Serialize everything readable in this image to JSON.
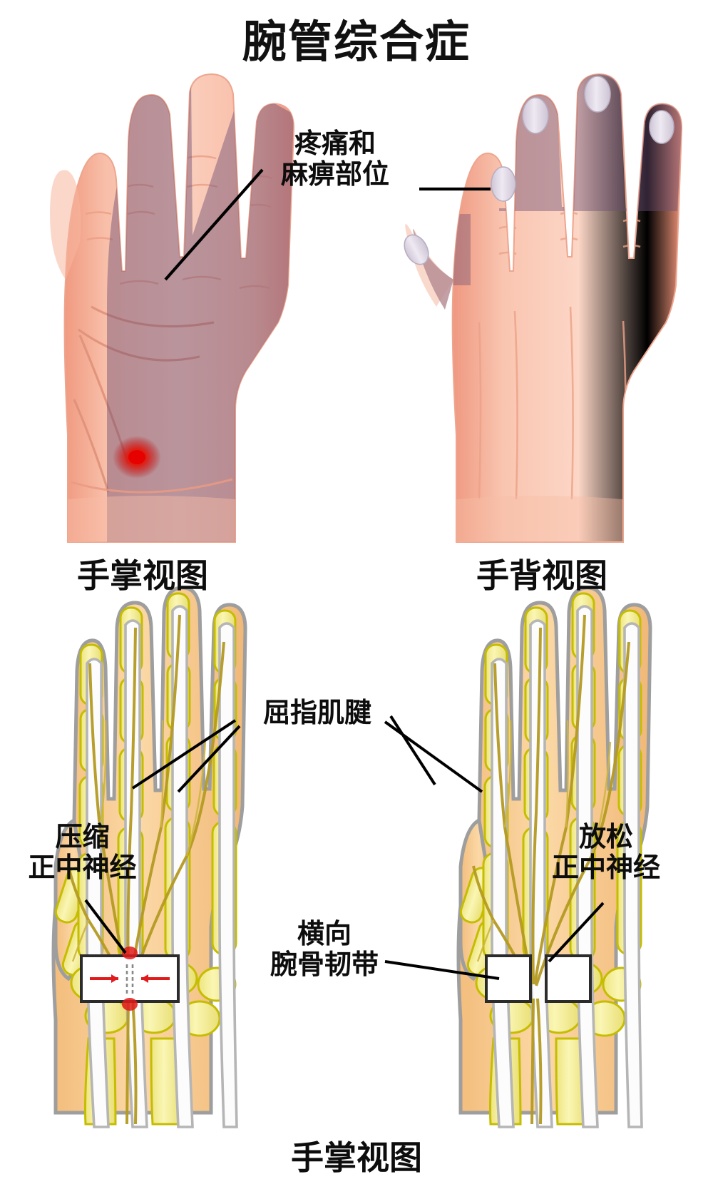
{
  "title": "腕管综合症",
  "annotations": {
    "pain_area": "疼痛和\n麻痹部位",
    "palm_view": "手掌视图",
    "dorsal_view": "手背视图",
    "flexor_tendons": "屈指肌腱",
    "compressed_nerve": "压缩\n正中神经",
    "released_nerve": "放松\n正中神经",
    "transverse_ligament": "横向\n腕骨韧带",
    "bottom_palm_view": "手掌视图"
  },
  "icons": {
    "pain_point": "red-pain-spot-icon",
    "compression_arrows": "compression-arrow-icon"
  },
  "colors": {
    "background": "#ffffff",
    "text": "#0d0d0d",
    "skin_light": "#f9c3ae",
    "skin_mid": "#f6ae96",
    "skin_shadow": "#efa088",
    "skin_highlight": "#fcd5c4",
    "nail": "#e3dce8",
    "numb_overlay": "#6d4f73",
    "pain_red": "#e01b1b",
    "bone_fill": "#f6ef9a",
    "bone_edge": "#c8c100",
    "tissue_fill": "#f6c98b",
    "tendon_fill": "#fbfbfb",
    "tendon_edge": "#b8b8b8",
    "nerve_line": "#b59b22",
    "ligament_fill": "#ffffff",
    "ligament_edge": "#2a2a2a",
    "leader_line": "#000000"
  },
  "figures": [
    {
      "id": "palm-hand",
      "label": "手掌视图",
      "shows_numbness_overlay": true,
      "shows_pain_point": true
    },
    {
      "id": "dorsal-hand",
      "label": "手背视图",
      "shows_numbness_overlay": true,
      "shows_pain_point": false
    },
    {
      "id": "anatomy-left",
      "label": "压缩\n正中神经",
      "state": "compressed"
    },
    {
      "id": "anatomy-right",
      "label": "放松\n正中神经",
      "state": "released"
    }
  ]
}
